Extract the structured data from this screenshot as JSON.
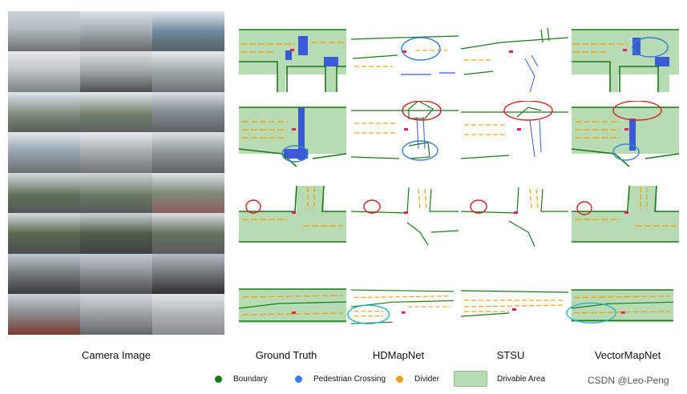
{
  "figure": {
    "column_labels": {
      "camera": "Camera Image",
      "gt": "Ground Truth",
      "hdmapnet": "HDMapNet",
      "stsu": "STSU",
      "vectormapnet": "VectorMapNet"
    },
    "legend": {
      "boundary": "Boundary",
      "pedestrian": "Pedestrian Crossing",
      "divider": "Divider",
      "drivable": "Drivable Area"
    },
    "watermark": "CSDN @Leo-Peng",
    "colors": {
      "boundary": "#1a7a1a",
      "pedestrian": "#3b5bd6",
      "divider": "#f0a020",
      "drivable": "#b7dcb3",
      "highlight_red": "#d32020",
      "highlight_blue": "#3a7fd0",
      "highlight_cyan": "#2ab0c8",
      "ego": "#e02060"
    }
  }
}
